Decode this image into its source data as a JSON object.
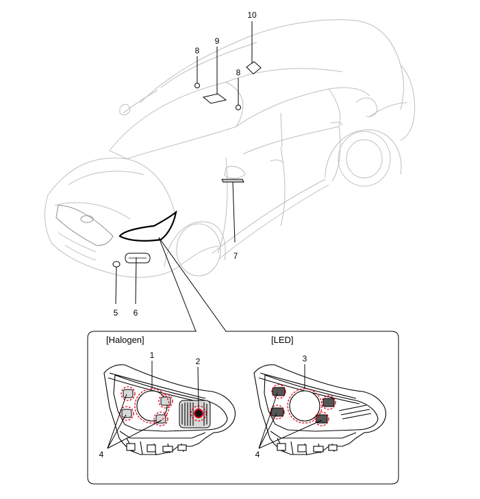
{
  "callouts": {
    "c1": "1",
    "c2": "2",
    "c3": "3",
    "c4_halogen": "4",
    "c4_led": "4",
    "c5": "5",
    "c6": "6",
    "c7": "7",
    "c8_left": "8",
    "c8_right": "8",
    "c9": "9",
    "c10": "10"
  },
  "detail": {
    "halogen_label": "[Halogen]",
    "led_label": "[LED]"
  },
  "colors": {
    "bulb_highlight": "#e0001a",
    "car_outline": "#bdbdbd",
    "line": "#000000"
  }
}
